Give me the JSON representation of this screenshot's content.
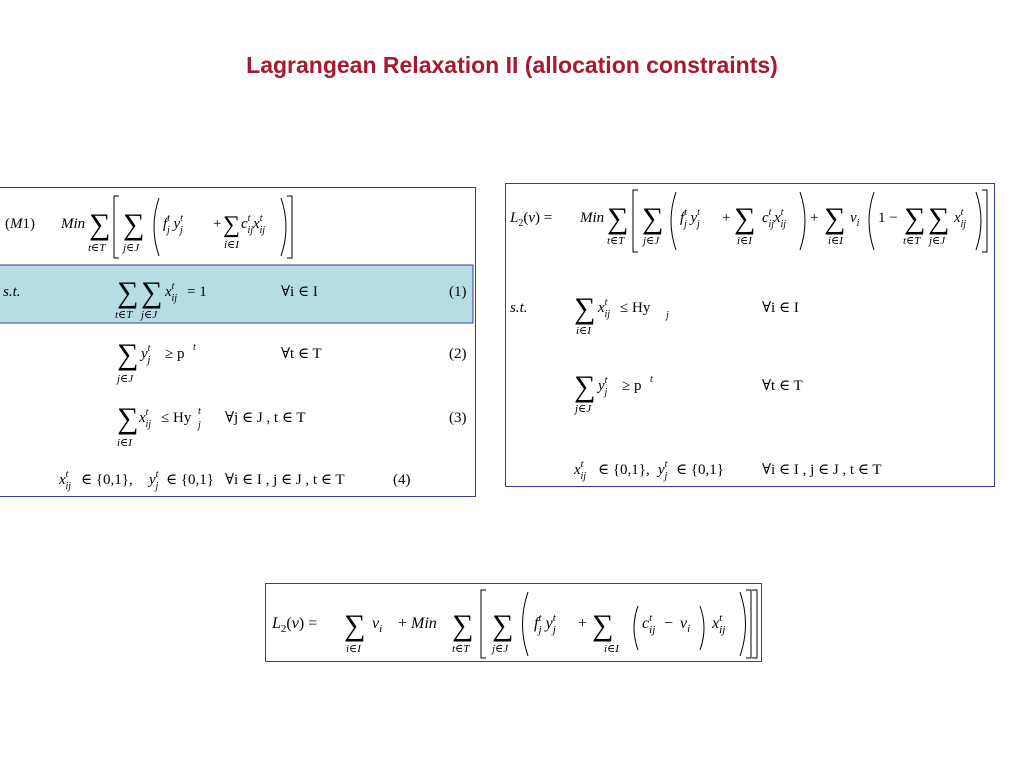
{
  "slide": {
    "title": "Lagrangean Relaxation II (allocation constraints)"
  },
  "left_model": {
    "label": "(M1)",
    "obj_min": "Min",
    "st": "s.t.",
    "constraints": [
      {
        "rhs": "= 1",
        "quantifier": "∀i ∈ I",
        "number": "(1)"
      },
      {
        "rhs": "≥ p",
        "quantifier": "∀t ∈ T",
        "number": "(2)"
      },
      {
        "rhs": "≤ Hy",
        "quantifier": "∀j ∈ J , t ∈ T",
        "number": "(3)"
      },
      {
        "domain": "∈ {0,1},",
        "quantifier": "∀i ∈ I , j ∈ J , t ∈ T",
        "number": "(4)"
      }
    ],
    "highlight_color": "#b6dde3"
  },
  "right_model": {
    "lhs": "L2(v) = Min",
    "st": "s.t.",
    "constraints": [
      {
        "rhs": "≤ Hy",
        "quantifier": "∀i ∈ I"
      },
      {
        "rhs": "≥ p",
        "quantifier": "∀t ∈ T"
      },
      {
        "domain": "∈ {0,1},",
        "quantifier": "∀i ∈ I , j ∈ J , t ∈ T"
      }
    ]
  },
  "bottom_formula": {
    "lhs": "L2(v) =",
    "middle": "+ Min"
  },
  "colors": {
    "title": "#a6192e",
    "border": "#3a3a9a",
    "highlight": "#b6dde3"
  }
}
